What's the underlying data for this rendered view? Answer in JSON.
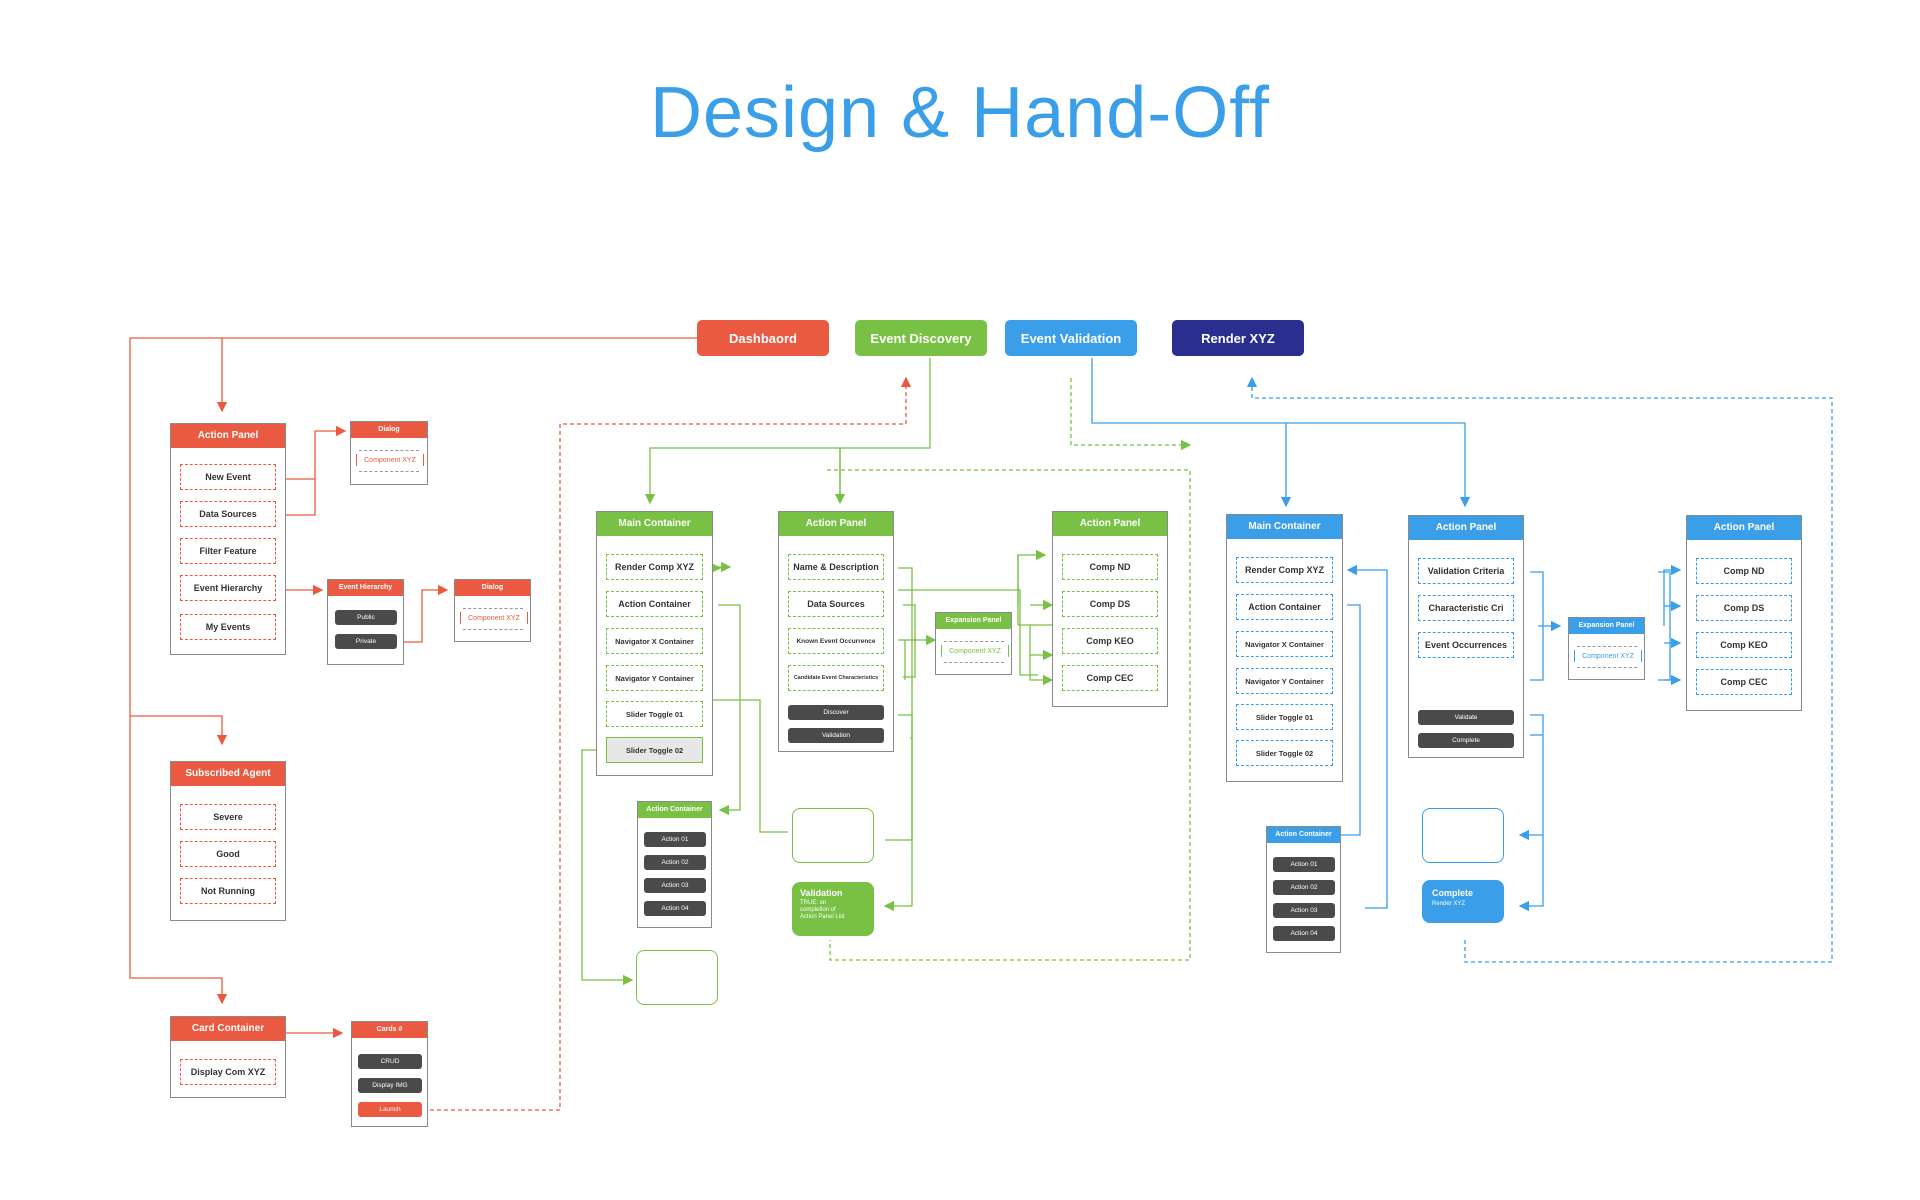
{
  "title": "Design & Hand-Off",
  "colors": {
    "red": "#ea5a40",
    "green": "#78c144",
    "blue": "#3a9ee9",
    "navy": "#2a2f8f",
    "dark": "#4a4a4a"
  },
  "nav": {
    "dashboard": "Dashbaord",
    "event_discovery": "Event Discovery",
    "event_validation": "Event Validation",
    "render_xyz": "Render XYZ"
  },
  "red": {
    "action_panel": {
      "title": "Action Panel",
      "items": [
        "New Event",
        "Data Sources",
        "Filter Feature",
        "Event Hierarchy",
        "My Events"
      ]
    },
    "dialog1": {
      "title": "Dialog",
      "component": "Component XYZ"
    },
    "event_hierarchy": {
      "title": "Event Hierarchy",
      "buttons": [
        "Public",
        "Private"
      ]
    },
    "dialog2": {
      "title": "Dialog",
      "component": "Component XYZ"
    },
    "alerts": {
      "title": "Subscribed Agent Alerts",
      "items": [
        "Severe",
        "Good",
        "Not Running"
      ]
    },
    "card_container": {
      "title": "Card Container",
      "items": [
        "Display Com XYZ"
      ]
    },
    "cards": {
      "title": "Cards #",
      "buttons": [
        "CRUD",
        "Display IMG",
        "Launch"
      ]
    }
  },
  "green": {
    "main_container": {
      "title": "Main Container",
      "items": [
        "Render Comp XYZ",
        "Action Container",
        "Navigator X Container",
        "Navigator Y Container",
        "Slider Toggle 01",
        "Slider Toggle 02"
      ]
    },
    "action_panel": {
      "title": "Action Panel",
      "items": [
        "Name & Description",
        "Data Sources",
        "Known Event Occurrence",
        "Candidate Event Characteristics"
      ],
      "buttons": [
        "Discover",
        "Validation"
      ]
    },
    "expansion_panel": {
      "title": "Expansion Panel",
      "component": "Component XYZ"
    },
    "action_panel2": {
      "title": "Action Panel",
      "items": [
        "Comp ND",
        "Comp DS",
        "Comp KEO",
        "Comp CEC"
      ]
    },
    "action_container": {
      "title": "Action Container",
      "buttons": [
        "Action 01",
        "Action 02",
        "Action 03",
        "Action 04"
      ]
    },
    "validation": {
      "title": "Validation",
      "lines": [
        "TRUE: on",
        "completion of",
        "Action Panel List"
      ]
    }
  },
  "blue": {
    "main_container": {
      "title": "Main Container",
      "items": [
        "Render Comp XYZ",
        "Action Container",
        "Navigator X Container",
        "Navigator Y Container",
        "Slider Toggle 01",
        "Slider Toggle 02"
      ]
    },
    "action_panel": {
      "title": "Action Panel",
      "items": [
        "Validation Criteria",
        "Characteristic Cri",
        "Event Occurrences"
      ],
      "buttons": [
        "Validate",
        "Complete"
      ]
    },
    "expansion_panel": {
      "title": "Expansion Panel",
      "component": "Component XYZ"
    },
    "action_panel2": {
      "title": "Action Panel",
      "items": [
        "Comp ND",
        "Comp DS",
        "Comp KEO",
        "Comp CEC"
      ]
    },
    "action_container": {
      "title": "Action Container",
      "buttons": [
        "Action 01",
        "Action 02",
        "Action 03",
        "Action 04"
      ]
    },
    "complete": {
      "title": "Complete",
      "sub": "Render XYZ"
    }
  }
}
